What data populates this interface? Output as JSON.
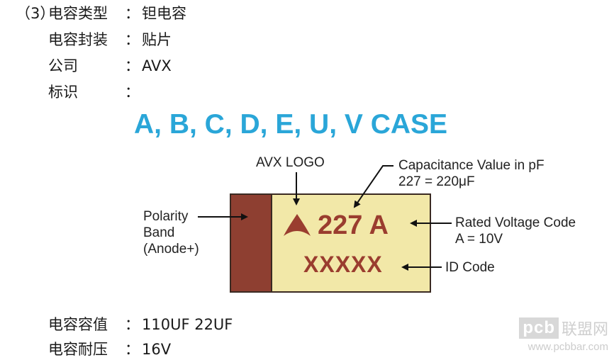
{
  "section_index": "（3）",
  "fields": [
    {
      "label": "电容类型",
      "colon": "：",
      "value": "钽电容"
    },
    {
      "label": "电容封装",
      "colon": "：",
      "value": "贴片"
    },
    {
      "label": "公司",
      "colon": "：",
      "value": "AVX"
    },
    {
      "label": "标识",
      "colon": "：",
      "value": ""
    }
  ],
  "diagram": {
    "case_title": "A, B, C, D, E, U, V CASE",
    "logo_label": "AVX LOGO",
    "capacitance_label": [
      "Capacitance Value in pF",
      "227 = 220μF"
    ],
    "polarity_label": [
      "Polarity",
      "Band",
      "(Anode+)"
    ],
    "voltage_label": [
      "Rated Voltage Code",
      "A = 10V"
    ],
    "id_label": "ID Code",
    "chip_code": "227 A",
    "chip_id": "XXXXX",
    "colors": {
      "title": "#2aa6d8",
      "band": "#8e3f31",
      "body": "#f2e8a8",
      "marking": "#9a3d2f"
    }
  },
  "bottom_fields": [
    {
      "label": "电容容值",
      "colon": "：",
      "value": "110UF 22UF"
    },
    {
      "label": "电容耐压",
      "colon": "：",
      "value": "16V"
    }
  ],
  "watermark": {
    "box": "pcb",
    "text": "联盟网",
    "url": "www.pcbbar.com"
  }
}
